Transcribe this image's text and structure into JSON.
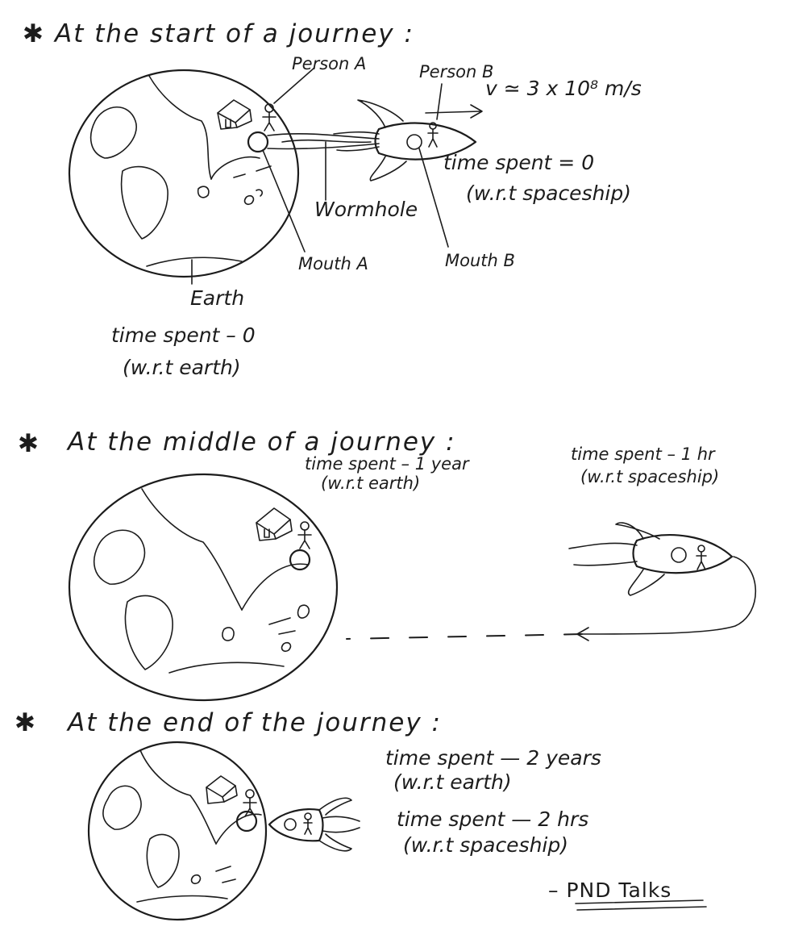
{
  "section_start": {
    "title": "At the start of a journey :",
    "person_a": "Person A",
    "person_b": "Person B",
    "velocity": "v ≃ 3 x 10⁸ m/s",
    "time_ship": "time spent = 0",
    "time_ship_ref": "(w.r.t spaceship)",
    "wormhole": "Wormhole",
    "mouth_a": "Mouth A",
    "mouth_b": "Mouth B",
    "earth": "Earth",
    "time_earth": "time spent – 0",
    "time_earth_ref": "(w.r.t earth)"
  },
  "section_middle": {
    "title": "At the middle of a journey :",
    "time_earth": "time spent – 1 year",
    "time_earth_ref": "(w.r.t earth)",
    "time_ship": "time spent – 1 hr",
    "time_ship_ref": "(w.r.t spaceship)"
  },
  "section_end": {
    "title": "At the end of the journey :",
    "time_earth": "time spent — 2 years",
    "time_earth_ref": "(w.r.t earth)",
    "time_ship": "time spent — 2 hrs",
    "time_ship_ref": "(w.r.t spaceship)"
  },
  "signature": "– PND Talks",
  "bullet": "✱"
}
